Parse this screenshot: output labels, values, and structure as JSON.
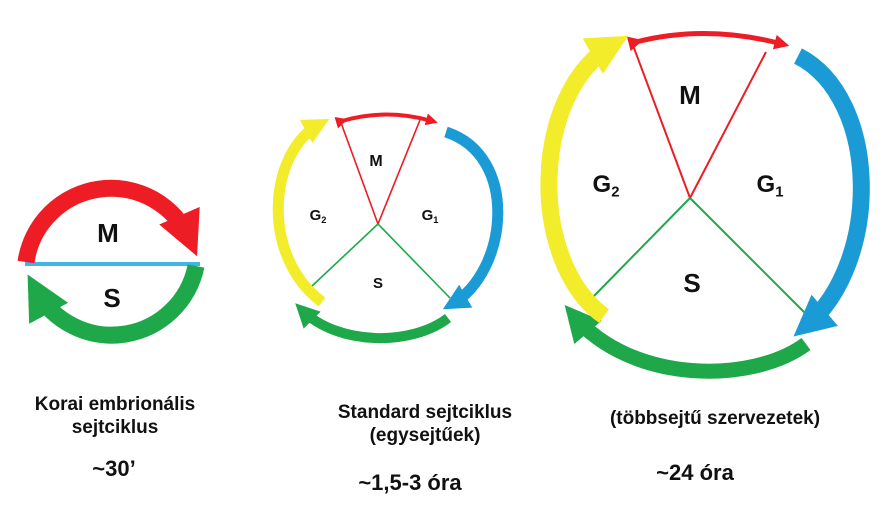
{
  "colors": {
    "m_phase": "#ee1c24",
    "s_phase": "#1ea84a",
    "g1_phase": "#1b9bd6",
    "g2_phase": "#f2ec2a",
    "divider_blue": "#3fb5e8"
  },
  "cycles": [
    {
      "id": "early",
      "phases": {
        "m": "M",
        "s": "S"
      },
      "caption": [
        "Korai embrionális",
        "sejtciklus"
      ],
      "duration": "~30’"
    },
    {
      "id": "standard",
      "phases": {
        "m": "M",
        "g1": "G1",
        "g2": "G2",
        "s": "S"
      },
      "caption": [
        "Standard sejtciklus",
        "(egysejtűek)"
      ],
      "duration": "~1,5-3 óra"
    },
    {
      "id": "multicellular",
      "phases": {
        "m": "M",
        "g1": "G1",
        "g2": "G2",
        "s": "S"
      },
      "caption": [
        "(többsejtű szervezetek)"
      ],
      "duration": "~24 óra"
    }
  ]
}
